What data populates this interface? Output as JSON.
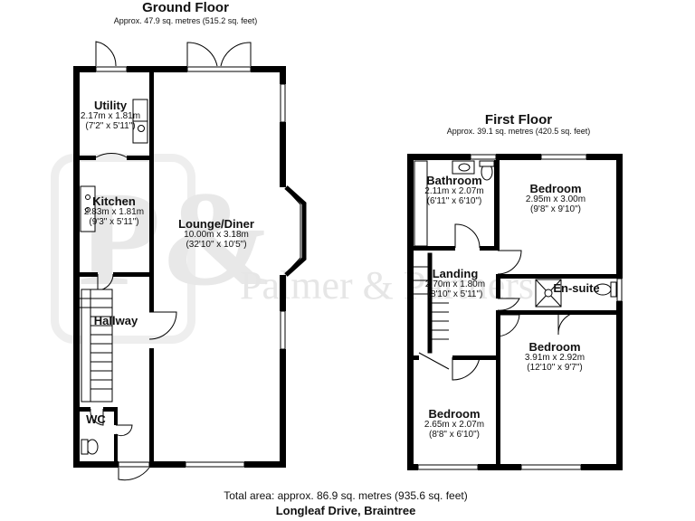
{
  "watermark": {
    "brand": "Palmer & Partners",
    "monogram": "P&"
  },
  "ground_floor": {
    "title": "Ground Floor",
    "area": "Approx. 47.9 sq. metres (515.2 sq. feet)",
    "rooms": {
      "utility": {
        "name": "Utility",
        "metric": "2.17m x 1.81m",
        "imperial": "(7'2\" x 5'11\")"
      },
      "kitchen": {
        "name": "Kitchen",
        "metric": "2.83m x 1.81m",
        "imperial": "(9'3\" x 5'11\")"
      },
      "lounge": {
        "name": "Lounge/Diner",
        "metric": "10.00m x 3.18m",
        "imperial": "(32'10\" x 10'5\")"
      },
      "hallway": {
        "name": "Hallway"
      },
      "wc": {
        "name": "WC"
      }
    }
  },
  "first_floor": {
    "title": "First Floor",
    "area": "Approx. 39.1 sq. metres (420.5 sq. feet)",
    "rooms": {
      "bathroom": {
        "name": "Bathroom",
        "metric": "2.11m x 2.07m",
        "imperial": "(6'11\" x 6'10\")"
      },
      "bedroom1": {
        "name": "Bedroom",
        "metric": "2.95m x 3.00m",
        "imperial": "(9'8\" x 9'10\")"
      },
      "landing": {
        "name": "Landing",
        "metric": "2.70m x 1.80m",
        "imperial": "(8'10\" x 5'11\")"
      },
      "ensuite": {
        "name": "En-suite"
      },
      "bedroom2": {
        "name": "Bedroom",
        "metric": "3.91m x 2.92m",
        "imperial": "(12'10\" x 9'7\")"
      },
      "bedroom3": {
        "name": "Bedroom",
        "metric": "2.65m x 2.07m",
        "imperial": "(8'8\" x 6'10\")"
      }
    }
  },
  "footer": {
    "total": "Total area: approx. 86.9 sq. metres (935.6 sq. feet)",
    "address": "Longleaf Drive, Braintree"
  }
}
